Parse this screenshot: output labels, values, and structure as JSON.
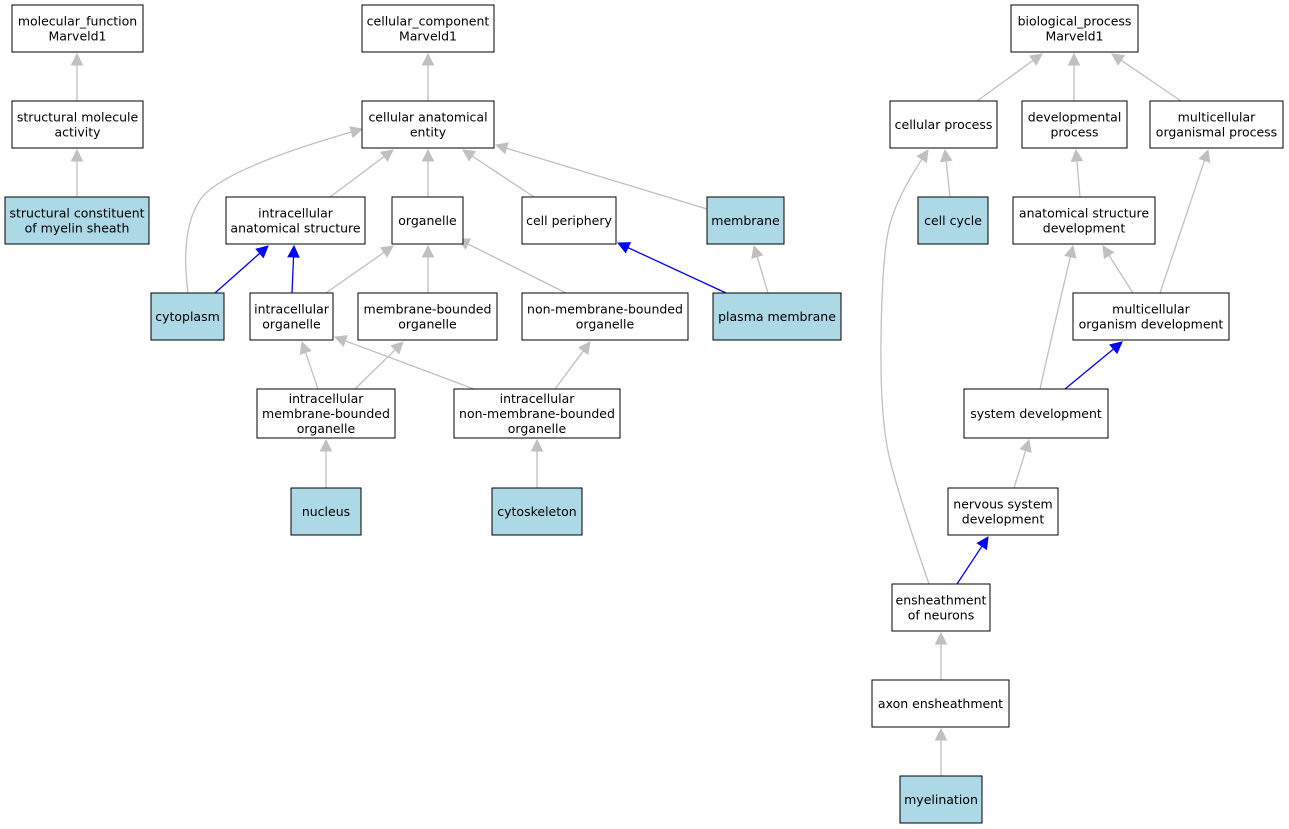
{
  "colors": {
    "annotated_fill": "#add8e6",
    "default_fill": "#ffffff",
    "is_a_edge": "#c0c0c0",
    "part_of_edge": "#0000ff"
  },
  "nodes": [
    {
      "id": "mf_root",
      "lines": [
        "molecular_function",
        "Marveld1"
      ],
      "annotated": false
    },
    {
      "id": "struct_mol",
      "lines": [
        "structural molecule",
        "activity"
      ],
      "annotated": false
    },
    {
      "id": "myelin_const",
      "lines": [
        "structural constituent",
        "of myelin sheath"
      ],
      "annotated": true
    },
    {
      "id": "cc_root",
      "lines": [
        "cellular_component",
        "Marveld1"
      ],
      "annotated": false
    },
    {
      "id": "cae",
      "lines": [
        "cellular anatomical",
        "entity"
      ],
      "annotated": false
    },
    {
      "id": "ias",
      "lines": [
        "intracellular",
        "anatomical structure"
      ],
      "annotated": false
    },
    {
      "id": "organelle",
      "lines": [
        "organelle"
      ],
      "annotated": false
    },
    {
      "id": "cell_periphery",
      "lines": [
        "cell periphery"
      ],
      "annotated": false
    },
    {
      "id": "membrane",
      "lines": [
        "membrane"
      ],
      "annotated": true
    },
    {
      "id": "cytoplasm",
      "lines": [
        "cytoplasm"
      ],
      "annotated": true
    },
    {
      "id": "intra_org",
      "lines": [
        "intracellular",
        "organelle"
      ],
      "annotated": false
    },
    {
      "id": "mb_org",
      "lines": [
        "membrane-bounded",
        "organelle"
      ],
      "annotated": false
    },
    {
      "id": "nmb_org",
      "lines": [
        "non-membrane-bounded",
        "organelle"
      ],
      "annotated": false
    },
    {
      "id": "plasma_membrane",
      "lines": [
        "plasma membrane"
      ],
      "annotated": true
    },
    {
      "id": "imb_org",
      "lines": [
        "intracellular",
        "membrane-bounded",
        "organelle"
      ],
      "annotated": false
    },
    {
      "id": "inmb_org",
      "lines": [
        "intracellular",
        "non-membrane-bounded",
        "organelle"
      ],
      "annotated": false
    },
    {
      "id": "nucleus",
      "lines": [
        "nucleus"
      ],
      "annotated": true
    },
    {
      "id": "cytoskeleton",
      "lines": [
        "cytoskeleton"
      ],
      "annotated": true
    },
    {
      "id": "bp_root",
      "lines": [
        "biological_process",
        "Marveld1"
      ],
      "annotated": false
    },
    {
      "id": "cellular_process",
      "lines": [
        "cellular process"
      ],
      "annotated": false
    },
    {
      "id": "dev_process",
      "lines": [
        "developmental",
        "process"
      ],
      "annotated": false
    },
    {
      "id": "mc_org_process",
      "lines": [
        "multicellular",
        "organismal process"
      ],
      "annotated": false
    },
    {
      "id": "cell_cycle",
      "lines": [
        "cell cycle"
      ],
      "annotated": true
    },
    {
      "id": "asd",
      "lines": [
        "anatomical structure",
        "development"
      ],
      "annotated": false
    },
    {
      "id": "mod",
      "lines": [
        "multicellular",
        "organism development"
      ],
      "annotated": false
    },
    {
      "id": "sys_dev",
      "lines": [
        "system development"
      ],
      "annotated": false
    },
    {
      "id": "nsd",
      "lines": [
        "nervous system",
        "development"
      ],
      "annotated": false
    },
    {
      "id": "ens_neurons",
      "lines": [
        "ensheathment",
        "of neurons"
      ],
      "annotated": false
    },
    {
      "id": "axon_ens",
      "lines": [
        "axon ensheathment"
      ],
      "annotated": false
    },
    {
      "id": "myelination",
      "lines": [
        "myelination"
      ],
      "annotated": true
    }
  ],
  "edges": [
    {
      "from": "struct_mol",
      "to": "mf_root",
      "type": "is_a"
    },
    {
      "from": "myelin_const",
      "to": "struct_mol",
      "type": "is_a"
    },
    {
      "from": "cae",
      "to": "cc_root",
      "type": "is_a"
    },
    {
      "from": "ias",
      "to": "cae",
      "type": "is_a"
    },
    {
      "from": "organelle",
      "to": "cae",
      "type": "is_a"
    },
    {
      "from": "cell_periphery",
      "to": "cae",
      "type": "is_a"
    },
    {
      "from": "membrane",
      "to": "cae",
      "type": "is_a"
    },
    {
      "from": "cytoplasm",
      "to": "cae",
      "type": "is_a"
    },
    {
      "from": "cytoplasm",
      "to": "ias",
      "type": "part_of"
    },
    {
      "from": "intra_org",
      "to": "ias",
      "type": "part_of"
    },
    {
      "from": "intra_org",
      "to": "organelle",
      "type": "is_a"
    },
    {
      "from": "mb_org",
      "to": "organelle",
      "type": "is_a"
    },
    {
      "from": "nmb_org",
      "to": "organelle",
      "type": "is_a"
    },
    {
      "from": "plasma_membrane",
      "to": "cell_periphery",
      "type": "part_of"
    },
    {
      "from": "plasma_membrane",
      "to": "membrane",
      "type": "is_a"
    },
    {
      "from": "imb_org",
      "to": "intra_org",
      "type": "is_a"
    },
    {
      "from": "imb_org",
      "to": "mb_org",
      "type": "is_a"
    },
    {
      "from": "inmb_org",
      "to": "intra_org",
      "type": "is_a"
    },
    {
      "from": "inmb_org",
      "to": "nmb_org",
      "type": "is_a"
    },
    {
      "from": "nucleus",
      "to": "imb_org",
      "type": "is_a"
    },
    {
      "from": "cytoskeleton",
      "to": "inmb_org",
      "type": "is_a"
    },
    {
      "from": "cellular_process",
      "to": "bp_root",
      "type": "is_a"
    },
    {
      "from": "dev_process",
      "to": "bp_root",
      "type": "is_a"
    },
    {
      "from": "mc_org_process",
      "to": "bp_root",
      "type": "is_a"
    },
    {
      "from": "cell_cycle",
      "to": "cellular_process",
      "type": "is_a"
    },
    {
      "from": "asd",
      "to": "dev_process",
      "type": "is_a"
    },
    {
      "from": "mod",
      "to": "asd",
      "type": "is_a"
    },
    {
      "from": "mod",
      "to": "mc_org_process",
      "type": "is_a"
    },
    {
      "from": "sys_dev",
      "to": "asd",
      "type": "is_a"
    },
    {
      "from": "sys_dev",
      "to": "mod",
      "type": "part_of"
    },
    {
      "from": "nsd",
      "to": "sys_dev",
      "type": "is_a"
    },
    {
      "from": "ens_neurons",
      "to": "nsd",
      "type": "part_of"
    },
    {
      "from": "ens_neurons",
      "to": "cellular_process",
      "type": "is_a"
    },
    {
      "from": "axon_ens",
      "to": "ens_neurons",
      "type": "is_a"
    },
    {
      "from": "myelination",
      "to": "axon_ens",
      "type": "is_a"
    }
  ]
}
